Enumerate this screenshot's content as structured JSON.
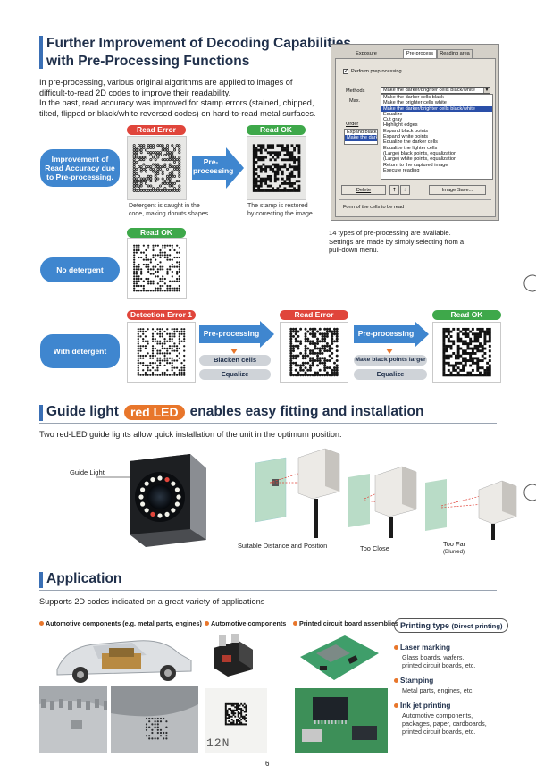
{
  "section1": {
    "title_line1": "Further Improvement of Decoding Capabilities",
    "title_line2": "with Pre-Processing Functions",
    "para1_line1": "In pre-processing, various original algorithms are applied to images of",
    "para1_line2": "difficult-to-read 2D codes to improve their readability.",
    "para2_line1": "In the past, read accuracy was improved for stamp errors (stained, chipped,",
    "para2_line2": "tilted, flipped or black/white reversed codes) on hard-to-read metal surfaces.",
    "improvement_label_1": "Improvement of",
    "improvement_label_2": "Read Accuracy due",
    "improvement_label_3": "to Pre-processing.",
    "read_error": "Read Error",
    "read_ok": "Read OK",
    "preprocessing_arrow_1": "Pre-",
    "preprocessing_arrow_2": "processing",
    "caption_left_1": "Detergent is caught in the",
    "caption_left_2": "code, making donuts shapes.",
    "caption_right_1": "The stamp is restored",
    "caption_right_2": "by correcting the image.",
    "no_detergent": "No detergent",
    "no_detergent_tag": "Read OK",
    "with_detergent": "With detergent",
    "detection_error": "Detection Error 1",
    "read_error_2": "Read Error",
    "read_ok_2": "Read OK",
    "preprocessing": "Pre-processing",
    "preprocessing_2": "Pre-processing",
    "blacken_cells": "Blacken cells",
    "equalize": "Equalize",
    "make_black_larger": "Make black points larger",
    "equalize_2": "Equalize",
    "dialog_note_1": "14 types of pre-processing are available.",
    "dialog_note_2": "Settings are made by simply selecting from a",
    "dialog_note_3": "pull-down menu."
  },
  "dialog": {
    "tab_exposure": "Exposure",
    "tab_preprocess": "Pre-process",
    "tab_reading_area": "Reading area",
    "perform_preprocessing": "Perform preprocessing",
    "methods_label": "Methods",
    "methods_value": "Make the darker/brighter cells black/white",
    "max_label": "Max.",
    "order_label": "Order",
    "order_item_1": "Expand black p",
    "order_item_2": "Make the dark",
    "options": [
      "Make the darker cells black",
      "Make the brighter cells white",
      "Make the darker/brighter cells black/white",
      "Equalize",
      "Cut gray",
      "Highlight edges",
      "Expand black points",
      "Expand white points",
      "Equalize the darker cells",
      "Equalize the lighter cells",
      "(Large) black points, equalization",
      "(Large) white points, equalization",
      "Return to the captured image",
      "Execute reading"
    ],
    "delete_button": "Delete",
    "image_save_button": "Image Save...",
    "form_of_cells": "Form of the cells to be read"
  },
  "section2": {
    "title_prefix": "Guide light",
    "title_badge": "red LED",
    "title_suffix": "enables easy fitting and installation",
    "intro": "Two red-LED guide lights allow quick installation of the unit in the optimum position.",
    "guide_light_label": "Guide Light",
    "suitable": "Suitable Distance and Position",
    "too_close": "Too Close",
    "too_far": "Too Far",
    "blurred": "(Blurred)"
  },
  "section3": {
    "title": "Application",
    "intro": "Supports 2D codes indicated on a great variety of applications",
    "label_automotive_components_eg": "Automotive components (e.g. metal parts, engines)",
    "label_automotive_components": "Automotive components",
    "label_pcb": "Printed circuit board assemblies",
    "printing_type": "Printing type",
    "printing_type_sub": "(Direct printing)",
    "laser_marking": "Laser marking",
    "laser_marking_body_1": "Glass boards, wafers,",
    "laser_marking_body_2": "printed circuit boards, etc.",
    "stamping": "Stamping",
    "stamping_body": "Metal parts, engines, etc.",
    "inkjet": "Ink jet printing",
    "inkjet_body_1": "Automotive components,",
    "inkjet_body_2": "packages, paper, cardboards,",
    "inkjet_body_3": "printed circuit boards, etc.",
    "part_label": "12N"
  },
  "page_number": "6",
  "colors": {
    "accent_blue": "#3a6fb5",
    "pill_blue": "#3f86cf",
    "error_red": "#e0453b",
    "ok_green": "#3ea84a",
    "led_orange": "#e8762b",
    "heading_navy": "#1f2f4a"
  }
}
